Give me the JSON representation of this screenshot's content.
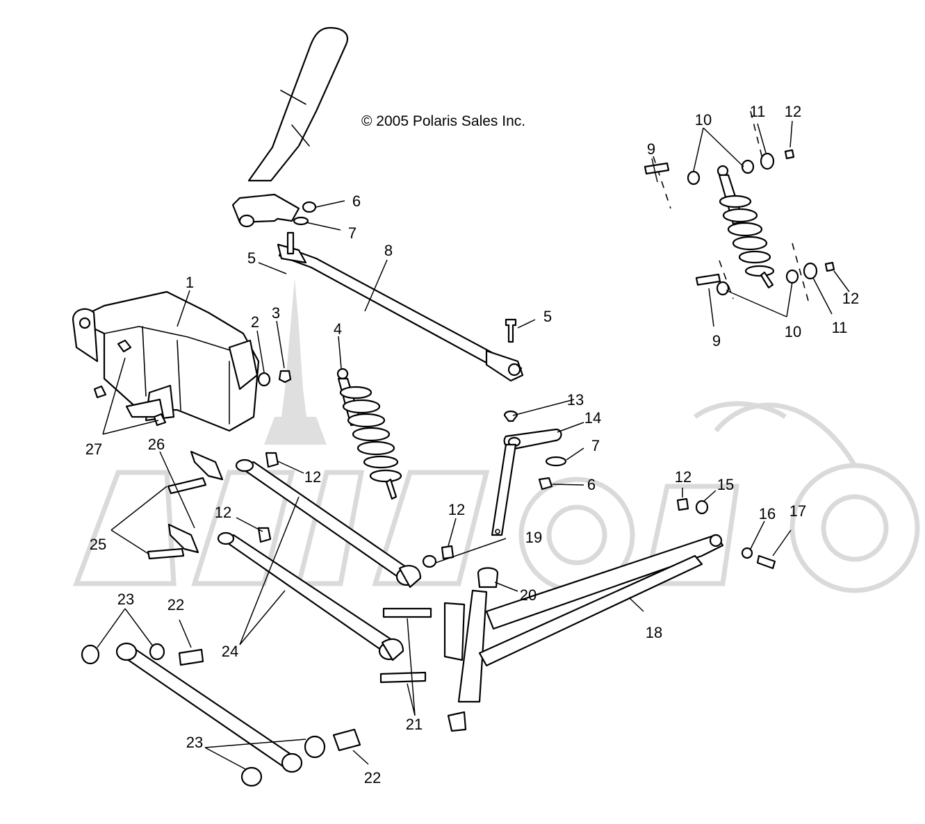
{
  "copyright": "© 2005 Polaris Sales Inc.",
  "callouts": [
    {
      "id": "c1",
      "label": "1"
    },
    {
      "id": "c2",
      "label": "2"
    },
    {
      "id": "c3",
      "label": "3"
    },
    {
      "id": "c4",
      "label": "4"
    },
    {
      "id": "c5a",
      "label": "5"
    },
    {
      "id": "c5b",
      "label": "5"
    },
    {
      "id": "c6a",
      "label": "6"
    },
    {
      "id": "c6b",
      "label": "6"
    },
    {
      "id": "c7a",
      "label": "7"
    },
    {
      "id": "c7b",
      "label": "7"
    },
    {
      "id": "c8",
      "label": "8"
    },
    {
      "id": "c9a",
      "label": "9"
    },
    {
      "id": "c9b",
      "label": "9"
    },
    {
      "id": "c10a",
      "label": "10"
    },
    {
      "id": "c10b",
      "label": "10"
    },
    {
      "id": "c11a",
      "label": "11"
    },
    {
      "id": "c11b",
      "label": "11"
    },
    {
      "id": "c12a",
      "label": "12"
    },
    {
      "id": "c12b",
      "label": "12"
    },
    {
      "id": "c12c",
      "label": "12"
    },
    {
      "id": "c12d",
      "label": "12"
    },
    {
      "id": "c12e",
      "label": "12"
    },
    {
      "id": "c12f",
      "label": "12"
    },
    {
      "id": "c13",
      "label": "13"
    },
    {
      "id": "c14",
      "label": "14"
    },
    {
      "id": "c15",
      "label": "15"
    },
    {
      "id": "c16",
      "label": "16"
    },
    {
      "id": "c17",
      "label": "17"
    },
    {
      "id": "c18",
      "label": "18"
    },
    {
      "id": "c19",
      "label": "19"
    },
    {
      "id": "c20",
      "label": "20"
    },
    {
      "id": "c21",
      "label": "21"
    },
    {
      "id": "c22a",
      "label": "22"
    },
    {
      "id": "c22b",
      "label": "22"
    },
    {
      "id": "c23a",
      "label": "23"
    },
    {
      "id": "c23b",
      "label": "23"
    },
    {
      "id": "c24",
      "label": "24"
    },
    {
      "id": "c25",
      "label": "25"
    },
    {
      "id": "c26",
      "label": "26"
    },
    {
      "id": "c27",
      "label": "27"
    }
  ]
}
